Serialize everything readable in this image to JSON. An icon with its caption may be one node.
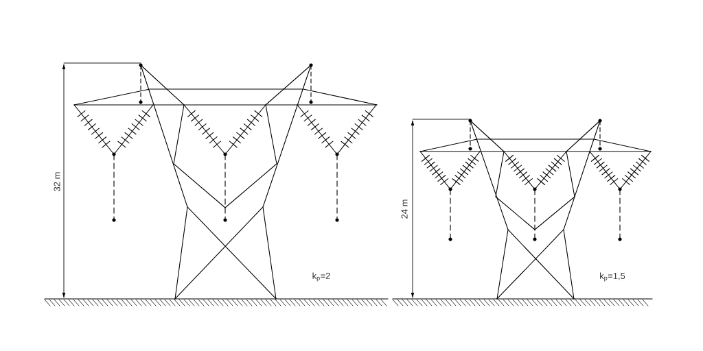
{
  "diagram": {
    "labels": [
      "32 m",
      "k$_{p}$=2",
      "24 m",
      "k$_{p}$=1,5"
    ]
  }
}
